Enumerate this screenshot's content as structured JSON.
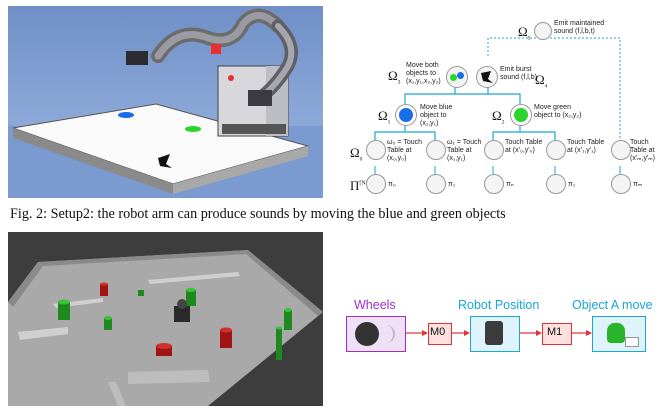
{
  "figure": {
    "caption": "Fig. 2: Setup2: the robot arm can produce sounds by moving the blue and green objects"
  },
  "hierarchy": {
    "omega5": {
      "symbol": "Ω",
      "sub": "5",
      "label": "Emit maintained sound (f,l,b,t)"
    },
    "omega3": {
      "symbol": "Ω",
      "sub": "3",
      "label": "Move both objects to (x₁,y₁,x₂,y₂)"
    },
    "omega4": {
      "symbol": "Ω",
      "sub": "4",
      "label": "Emit burst sound (f,l,b)"
    },
    "omega1": {
      "symbol": "Ω",
      "sub": "1",
      "label": "Move blue object to (x₁,y₁)"
    },
    "omega2": {
      "symbol": "Ω",
      "sub": "2",
      "label": "Move green object to (x₂,y₂)"
    },
    "omega0": {
      "symbol": "Ω",
      "sub": "0"
    },
    "pi_label": "Π",
    "pi_sup": "[N]",
    "leaves": [
      {
        "label": "ω₀ = Touch Table at (x₀,y₀)",
        "policy": "π₀"
      },
      {
        "label": "ω₁ = Touch Table at (x₁,y₁)",
        "policy": "π₁"
      },
      {
        "label": "Touch Table at (x'₀,y'₀)",
        "policy": "πₙ"
      },
      {
        "label": "Touch Table at (x'₁,y'₁)",
        "policy": "π₁"
      },
      {
        "label": "Touch Table at (x'ₘ,y'ₘ)",
        "policy": "πₘ"
      }
    ]
  },
  "flow": {
    "wheels": "Wheels",
    "robot_position": "Robot Position",
    "object_a_move": "Object A move",
    "m0": "M0",
    "m1": "M1"
  },
  "colors": {
    "purple": "#9b30c8",
    "teal": "#1aa6d6",
    "red": "#e83030",
    "blue_dot": "#1a6de8",
    "green_dot": "#2ad42a"
  }
}
